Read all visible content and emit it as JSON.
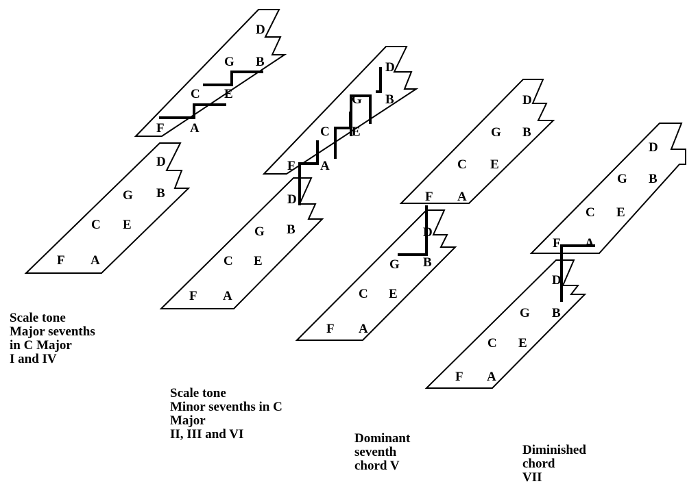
{
  "captions": [
    {
      "lines": [
        "Scale tone",
        "Major sevenths",
        "in C Major",
        "I and IV"
      ]
    },
    {
      "lines": [
        "Scale tone",
        "Minor sevenths in C",
        "Major",
        "II, III and VI"
      ]
    },
    {
      "lines": [
        "Dominant",
        "seventh",
        "chord V"
      ]
    },
    {
      "lines": [
        "Diminished",
        "chord",
        "VII"
      ]
    }
  ],
  "diagrams": [
    {
      "upper_strip": [
        "F",
        "A",
        "C",
        "E",
        "G",
        "B",
        "D"
      ],
      "lower_strip": [
        "F",
        "A",
        "C",
        "E",
        "G",
        "B",
        "D"
      ]
    },
    {
      "upper_strip": [
        "F",
        "A",
        "C",
        "E",
        "G",
        "B",
        "D"
      ],
      "lower_strip": [
        "F",
        "A",
        "C",
        "E",
        "G",
        "B",
        "D"
      ]
    },
    {
      "upper_strip": [
        "F",
        "A",
        "C",
        "E",
        "G",
        "B",
        "D"
      ],
      "lower_strip": [
        "F",
        "A",
        "C",
        "E",
        "G",
        "B",
        "D"
      ]
    },
    {
      "upper_strip": [
        "F",
        "A",
        "C",
        "E",
        "G",
        "B",
        "D"
      ],
      "lower_strip": [
        "F",
        "A",
        "C",
        "E",
        "G",
        "B",
        "D"
      ]
    }
  ]
}
